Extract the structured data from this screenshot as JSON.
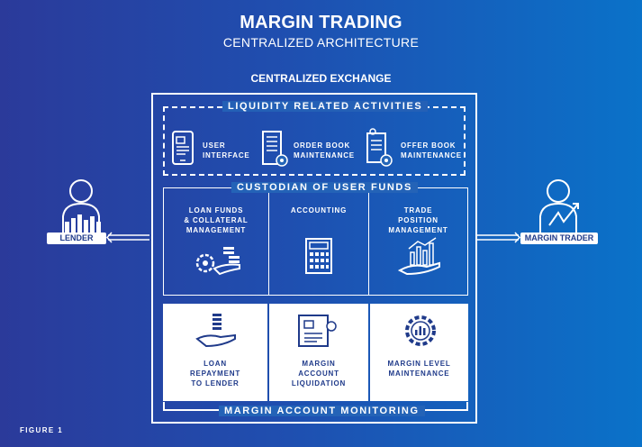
{
  "header": {
    "title": "MARGIN TRADING",
    "subtitle": "CENTRALIZED ARCHITECTURE",
    "exchange_label": "CENTRALIZED EXCHANGE"
  },
  "liquidity": {
    "label": "LIQUIDITY RELATED ACTIVITIES",
    "items": [
      {
        "line1": "USER",
        "line2": "INTERFACE",
        "icon": "phone-icon"
      },
      {
        "line1": "ORDER BOOK",
        "line2": "MAINTENANCE",
        "icon": "order-book-icon"
      },
      {
        "line1": "OFFER BOOK",
        "line2": "MAINTENANCE",
        "icon": "offer-book-icon"
      }
    ]
  },
  "custodian": {
    "label": "CUSTODIAN OF USER FUNDS",
    "items": [
      {
        "lines": [
          "LOAN FUNDS",
          "& COLLATERAL",
          "MANAGEMENT"
        ],
        "icon": "coins-hand-icon"
      },
      {
        "lines": [
          "ACCOUNTING"
        ],
        "icon": "calculator-icon"
      },
      {
        "lines": [
          "TRADE",
          "POSITION",
          "MANAGEMENT"
        ],
        "icon": "chart-hand-icon"
      }
    ]
  },
  "monitoring": {
    "label": "MARGIN ACCOUNT MONITORING",
    "items": [
      {
        "lines": [
          "LOAN",
          "REPAYMENT",
          "TO LENDER"
        ],
        "icon": "coin-hand-icon"
      },
      {
        "lines": [
          "MARGIN",
          "ACCOUNT",
          "LIQUIDATION"
        ],
        "icon": "document-icon"
      },
      {
        "lines": [
          "MARGIN LEVEL",
          "MAINTENANCE"
        ],
        "icon": "gear-chart-icon"
      }
    ]
  },
  "actors": {
    "lender": "LENDER",
    "trader": "MARGIN TRADER"
  },
  "footer": {
    "figure_label": "FIGURE 1"
  },
  "colors": {
    "navy": "#2b3a9a",
    "blue": "#0a72c9",
    "panel_text": "#1f3a8a",
    "white": "#ffffff"
  }
}
